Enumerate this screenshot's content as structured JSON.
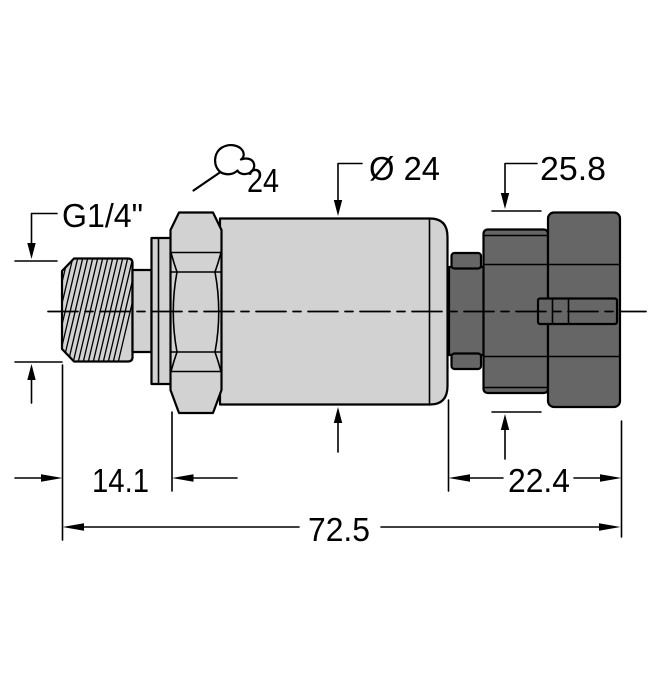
{
  "labels": {
    "thread_size": "G1/4\"",
    "wrench_size": "24",
    "body_diameter": "Ø 24",
    "connector_width": "25.8",
    "thread_length": "14.1",
    "connector_length": "22.4",
    "overall_length": "72.5"
  },
  "icons": {
    "wrench": "wrench-icon"
  },
  "colors": {
    "background": "#ffffff",
    "line": "#000000",
    "body_fill": "#d2d2d2",
    "connector_fill": "#666666"
  }
}
